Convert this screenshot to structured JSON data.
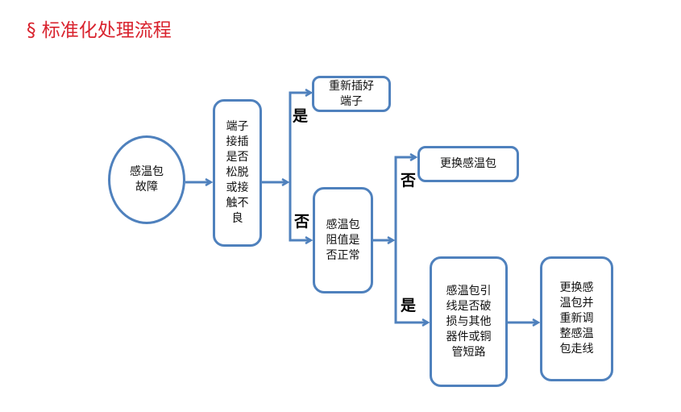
{
  "title": "§ 标准化处理流程",
  "colors": {
    "title": "#d9232e",
    "line": "#4f81bd"
  },
  "nodes": {
    "start": {
      "lines": [
        "感温包",
        "故障"
      ]
    },
    "check_terminal": {
      "lines": [
        "端子",
        "接插",
        "是否",
        "松脱",
        "或接",
        "触不",
        "良"
      ]
    },
    "reinsert": {
      "lines": [
        "重新插好",
        "端子"
      ]
    },
    "check_resistance": {
      "lines": [
        "感温包",
        "阻值是",
        "否正常"
      ]
    },
    "replace_sensor": {
      "lines": [
        "更换感温包"
      ]
    },
    "check_lead": {
      "lines": [
        "感温包引",
        "线是否破",
        "损与其他",
        "器件或铜",
        "管短路"
      ]
    },
    "replace_and_reroute": {
      "lines": [
        "更换感",
        "温包并",
        "重新调",
        "整感温",
        "包走线"
      ]
    }
  },
  "labels": {
    "terminal_yes": "是",
    "terminal_no": "否",
    "resistance_no": "否",
    "resistance_yes": "是"
  }
}
